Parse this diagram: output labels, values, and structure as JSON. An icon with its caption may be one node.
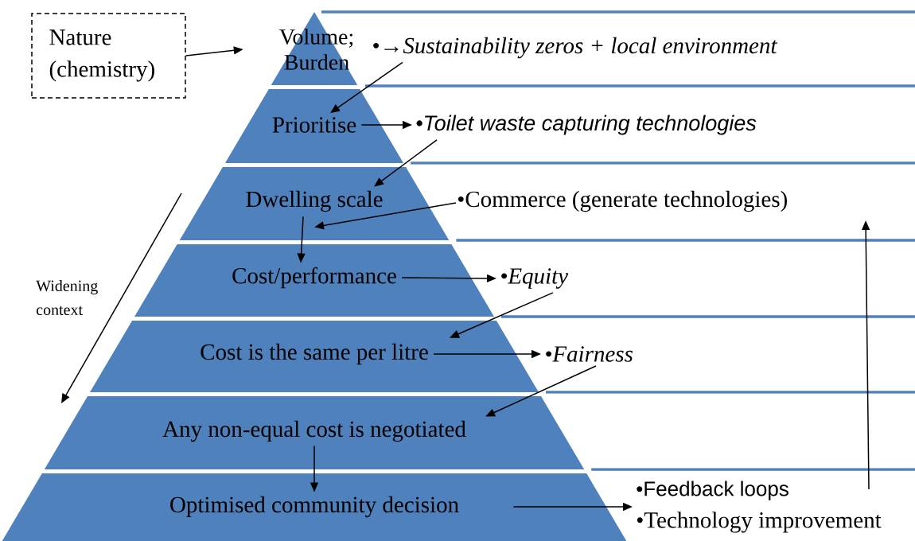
{
  "diagram": {
    "nodes": [
      {
        "text": [
          "Nature (chemistry)"
        ]
      },
      {
        "text": [
          "Volume; Burden"
        ]
      },
      {
        "text": [
          "Prioritise"
        ]
      },
      {
        "text": [
          "Dwelling scale"
        ]
      },
      {
        "text": [
          "Cost/performance"
        ]
      },
      {
        "text": [
          "Cost is the same per litre"
        ]
      },
      {
        "text": [
          "Any non-equal cost is negotiated"
        ]
      },
      {
        "text": [
          "Optimised community decision"
        ]
      },
      {
        "text": [
          "•→Sustainability zeros + local environment"
        ]
      },
      {
        "text": [
          "•Toilet waste capturing technologies"
        ]
      },
      {
        "text": [
          "•Commerce (generate technologies)"
        ]
      },
      {
        "text": [
          "•Equity"
        ]
      },
      {
        "text": [
          "•Fairness"
        ]
      },
      {
        "text": [
          "•Feedback loops",
          "•Technology improvement"
        ]
      }
    ],
    "edges": [
      {
        "from": 0,
        "to": 1,
        "arrow": "to"
      },
      {
        "from": 8,
        "to": 2,
        "arrow": "to"
      },
      {
        "from": 2,
        "to": 9,
        "arrow": "to"
      },
      {
        "from": 9,
        "to": 3,
        "arrow": "to"
      },
      {
        "from": 10,
        "to": 3,
        "arrow": "to"
      },
      {
        "from": 3,
        "to": 4,
        "arrow": "to"
      },
      {
        "from": 4,
        "to": 11,
        "arrow": "to"
      },
      {
        "from": 11,
        "to": 5,
        "arrow": "to"
      },
      {
        "from": 5,
        "to": 12,
        "arrow": "to"
      },
      {
        "from": 12,
        "to": 6,
        "arrow": "to"
      },
      {
        "from": 6,
        "to": 7,
        "arrow": "to"
      },
      {
        "from": 7,
        "to": 13,
        "arrow": "to"
      }
    ],
    "labels": [
      "Widening context"
    ]
  }
}
